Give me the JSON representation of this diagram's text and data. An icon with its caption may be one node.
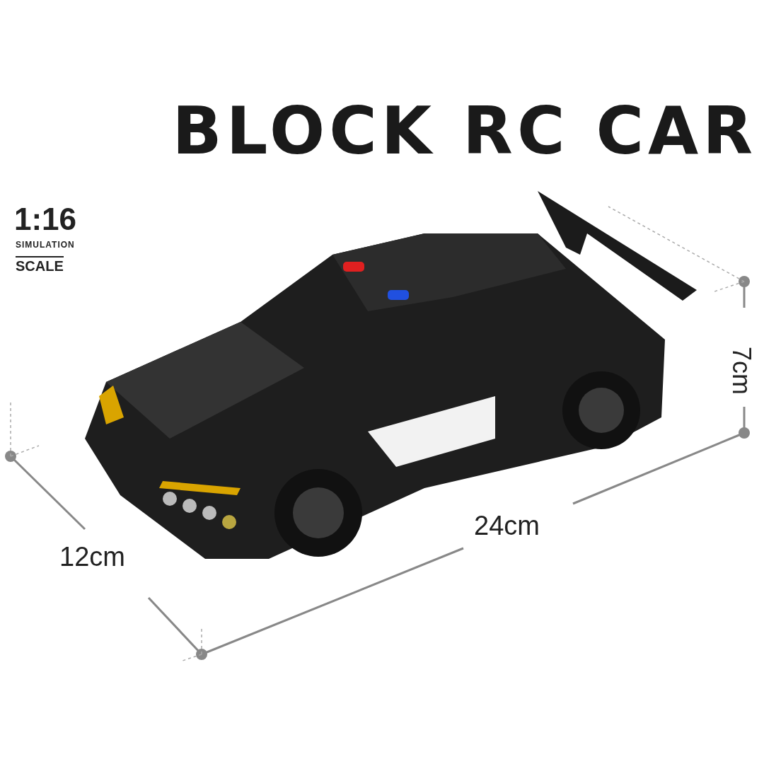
{
  "diagram": {
    "title": "BLOCK RC CAR",
    "labels": [
      "1:16",
      "SIMULATION",
      "SCALE",
      "7cm",
      "24cm",
      "12cm"
    ]
  }
}
